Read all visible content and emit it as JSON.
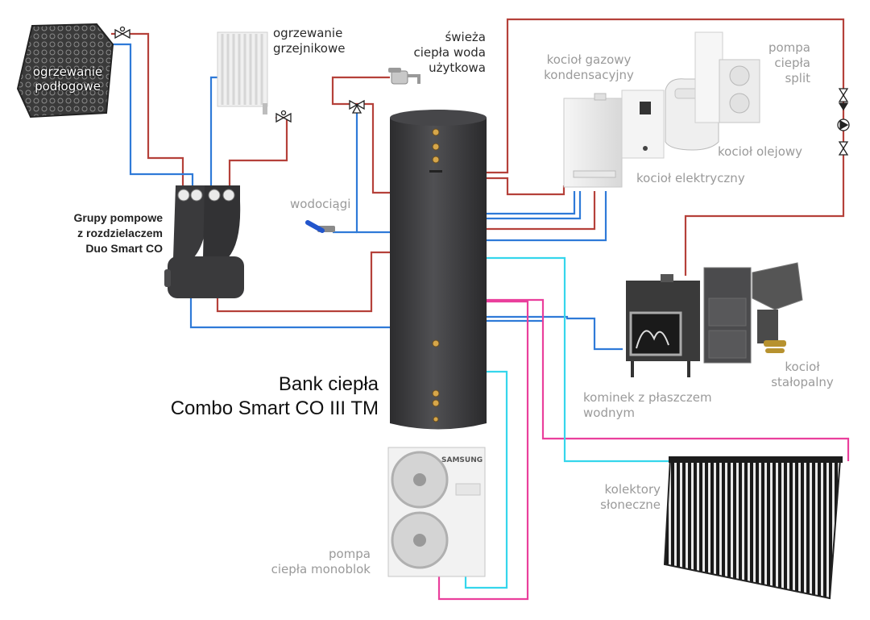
{
  "colors": {
    "hot": "#b5413a",
    "cold": "#2f7ad8",
    "solar_supply": "#35d6ec",
    "solar_return": "#ea3f9c",
    "tank": "#3b3b3d"
  },
  "labels": {
    "underfloor": [
      "ogrzewanie",
      "podłogowe"
    ],
    "radiator": [
      "ogrzewanie",
      "grzejnikowe"
    ],
    "dhw": [
      "świeża",
      "ciepła woda",
      "użytkowa"
    ],
    "gas_boiler": [
      "kocioł gazowy",
      "kondensacyjny"
    ],
    "split_hp": [
      "pompa",
      "ciepła",
      "split"
    ],
    "oil_boiler": [
      "kocioł olejowy"
    ],
    "electric_boiler": [
      "kocioł elektryczny"
    ],
    "water_supply": [
      "wodociągi"
    ],
    "pump_groups": [
      "Grupy pompowe",
      "z rozdzielaczem",
      "Duo Smart CO"
    ],
    "tank": [
      "Bank ciepła",
      "Combo Smart CO III TM"
    ],
    "solid_fuel": [
      "kocioł",
      "stałopalny"
    ],
    "fireplace": [
      "kominek z płaszczem",
      "wodnym"
    ],
    "solar": [
      "kolektory",
      "słoneczne"
    ],
    "monoblock_hp": [
      "pompa",
      "ciepła monoblok"
    ],
    "brand": "SAMSUNG"
  }
}
